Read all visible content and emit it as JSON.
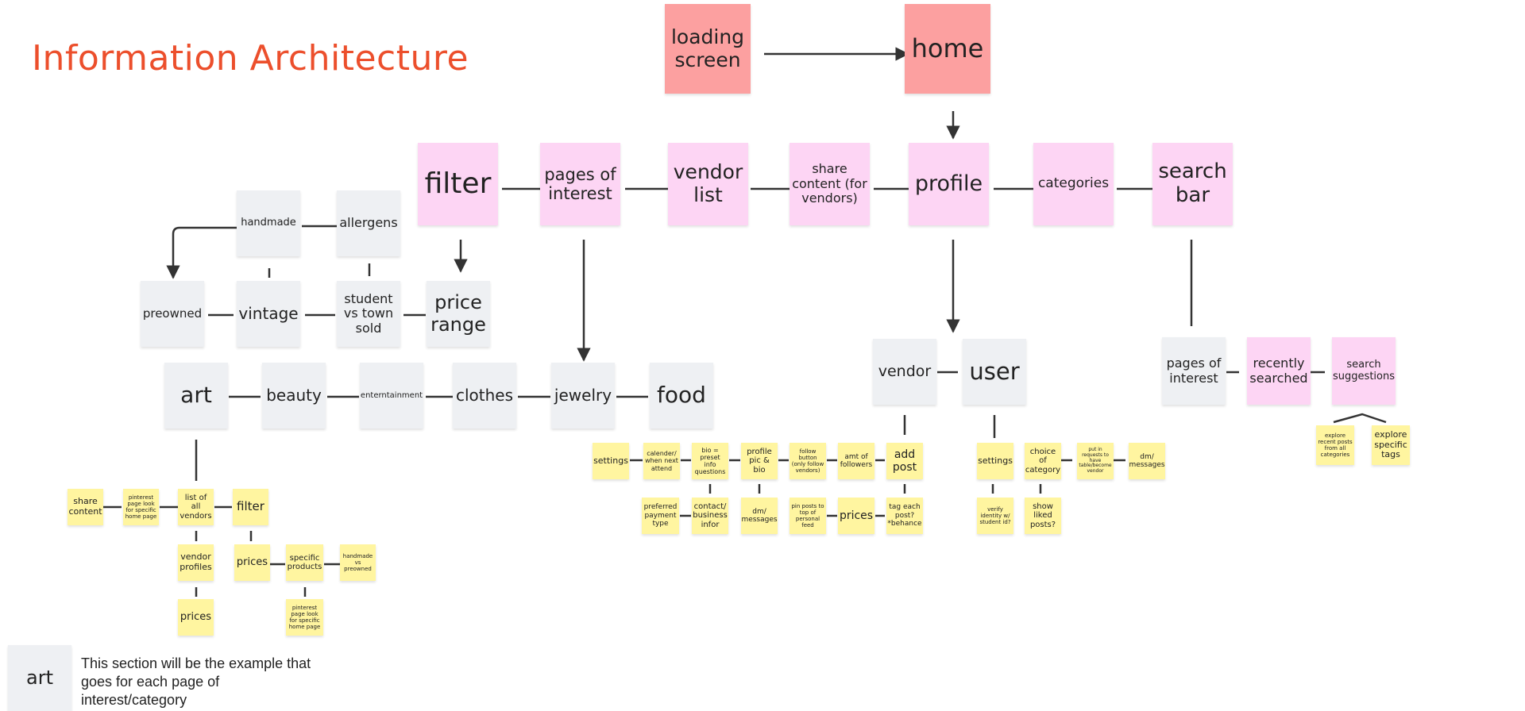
{
  "title": "Information Architecture",
  "notes": {
    "loading": "loading screen",
    "home": "home",
    "filter": "filter",
    "pages": "pages of interest",
    "vendorlist": "vendor list",
    "share": "share content (for vendors)",
    "profile": "profile",
    "categories": "categories",
    "searchbar": "search bar",
    "handmade": "handmade",
    "allergens": "allergens",
    "preowned": "preowned",
    "vintage": "vintage",
    "student": "student vs town sold",
    "price_range": "price range",
    "art": "art",
    "beauty": "beauty",
    "entertainment": "enterntainment",
    "clothes": "clothes",
    "jewelry": "jewelry",
    "food": "food",
    "vendor": "vendor",
    "user": "user",
    "pages_right": "pages of interest",
    "recent": "recently searched",
    "suggest": "search suggestions",
    "explore_recent": "explore recent posts from all categories",
    "explore_tags": "explore specific tags",
    "y_share": "share content",
    "y_pinterest1": "pinterest page look for specific home page",
    "y_list_vendors": "list of all vendors",
    "y_filter": "filter",
    "y_vendor_profiles": "vendor profiles",
    "y_prices1": "prices",
    "y_prices2": "prices",
    "y_specific": "specific products",
    "y_handmade_pre": "handmade vs preowned",
    "y_pinterest2": "pinterest page look for specific home page",
    "v_settings": "settings",
    "v_calendar": "calender/ when next attend",
    "v_bio": "bio = preset info questions",
    "v_profile_pic": "profile pic & bio",
    "v_follow": "follow button (only follow vendors)",
    "v_amt": "amt of followers",
    "v_add_post": "add post",
    "v_payment": "preferred payment type",
    "v_contact": "contact/ business infor",
    "v_dm": "dm/ messages",
    "v_pin": "pin posts to top of personal feed",
    "v_prices": "prices",
    "v_tag": "tag each post? *behance",
    "u_settings": "settings",
    "u_choice": "choice of category",
    "u_request": "put in requests to have table/become vendor",
    "u_dm": "dm/ messages",
    "u_verify": "verify identity w/ student id?",
    "u_liked": "show liked posts?",
    "legend_art": "art",
    "legend_text": "This section will be the example that goes for each page of interest/category"
  },
  "colors": {
    "title": "#ec4f2c",
    "red": "#fca0a0",
    "pink": "#fdd5f4",
    "gray": "#eef0f3",
    "yellow": "#fff5a0",
    "line": "#333333"
  }
}
